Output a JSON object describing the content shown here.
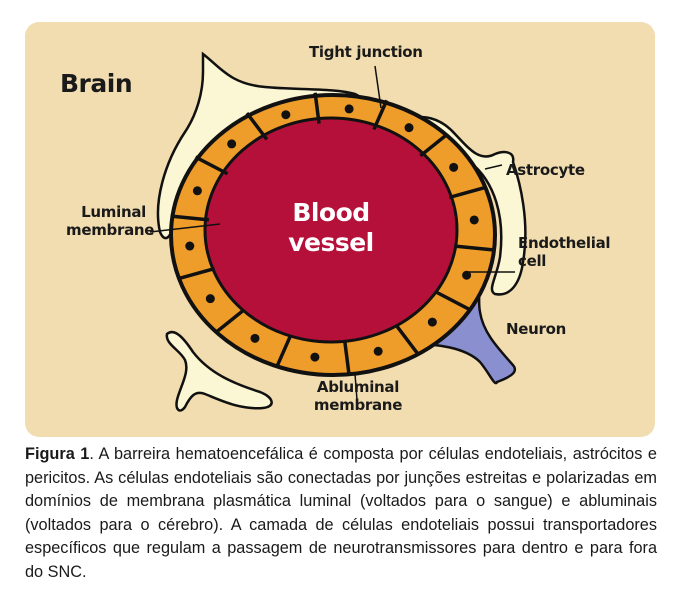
{
  "figure": {
    "colors": {
      "background": "#f2ddb0",
      "blood_vessel": "#b5103a",
      "endothelial_cell": "#ef9d2a",
      "astrocyte": "#fbf6d3",
      "neuron": "#8a8fcf",
      "outline": "#111111"
    },
    "labels": {
      "brain": "Brain",
      "tight_junction": "Tight junction",
      "astrocyte": "Astrocyte",
      "luminal_line1": "Luminal",
      "luminal_line2": "membrane",
      "endothelial_line1": "Endothelial",
      "endothelial_line2": "cell",
      "blood_line1": "Blood",
      "blood_line2": "vessel",
      "neuron": "Neuron",
      "abluminal_line1": "Abluminal",
      "abluminal_line2": "membrane"
    }
  },
  "caption": {
    "lead": "Figura 1",
    "text": ". A barreira hematoencefálica é composta por células endoteliais, astrócitos e pericitos. As células endoteliais são conectadas por junções estreitas e polarizadas em domínios de membrana plasmática luminal (voltados para o sangue) e abluminais (voltados para o cérebro). A camada de células endoteliais possui transportadores específicos que regulam a passagem de neurotransmissores para dentro e para fora do SNC."
  }
}
